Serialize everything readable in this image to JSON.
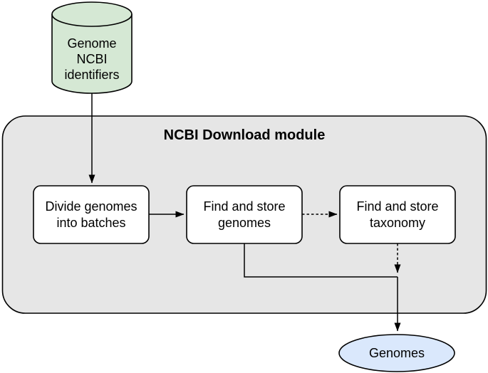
{
  "figure": {
    "type": "flowchart",
    "title": "NCBI Download module",
    "colors": {
      "database_fill": "#d5e8d4",
      "module_fill": "#e6e6e6",
      "process_fill": "#ffffff",
      "output_fill": "#dae8fc",
      "stroke": "#000000",
      "background": "#ffffff"
    },
    "nodes": {
      "database": {
        "shape": "cylinder",
        "lines": [
          "Genome",
          "NCBI",
          "identifiers"
        ]
      },
      "module": {
        "shape": "rounded-container",
        "label": "NCBI Download module"
      },
      "divide_batches": {
        "shape": "rounded-rect",
        "lines": [
          "Divide genomes",
          "into batches"
        ]
      },
      "find_store_genomes": {
        "shape": "rounded-rect",
        "lines": [
          "Find and store",
          "genomes"
        ]
      },
      "find_store_taxonomy": {
        "shape": "rounded-rect",
        "lines": [
          "Find and store",
          "taxonomy"
        ]
      },
      "genomes_output": {
        "shape": "ellipse",
        "label": "Genomes"
      }
    },
    "edges": [
      {
        "from": "database",
        "to": "divide_batches",
        "style": "solid",
        "arrow": true
      },
      {
        "from": "divide_batches",
        "to": "find_store_genomes",
        "style": "solid",
        "arrow": true
      },
      {
        "from": "find_store_genomes",
        "to": "find_store_taxonomy",
        "style": "dashed",
        "arrow": true
      },
      {
        "from": "find_store_genomes",
        "to": "junction",
        "style": "solid",
        "arrow": false
      },
      {
        "from": "find_store_taxonomy",
        "to": "junction",
        "style": "dashed",
        "arrow": true
      },
      {
        "from": "junction",
        "to": "genomes_output",
        "style": "solid",
        "arrow": true
      }
    ]
  }
}
